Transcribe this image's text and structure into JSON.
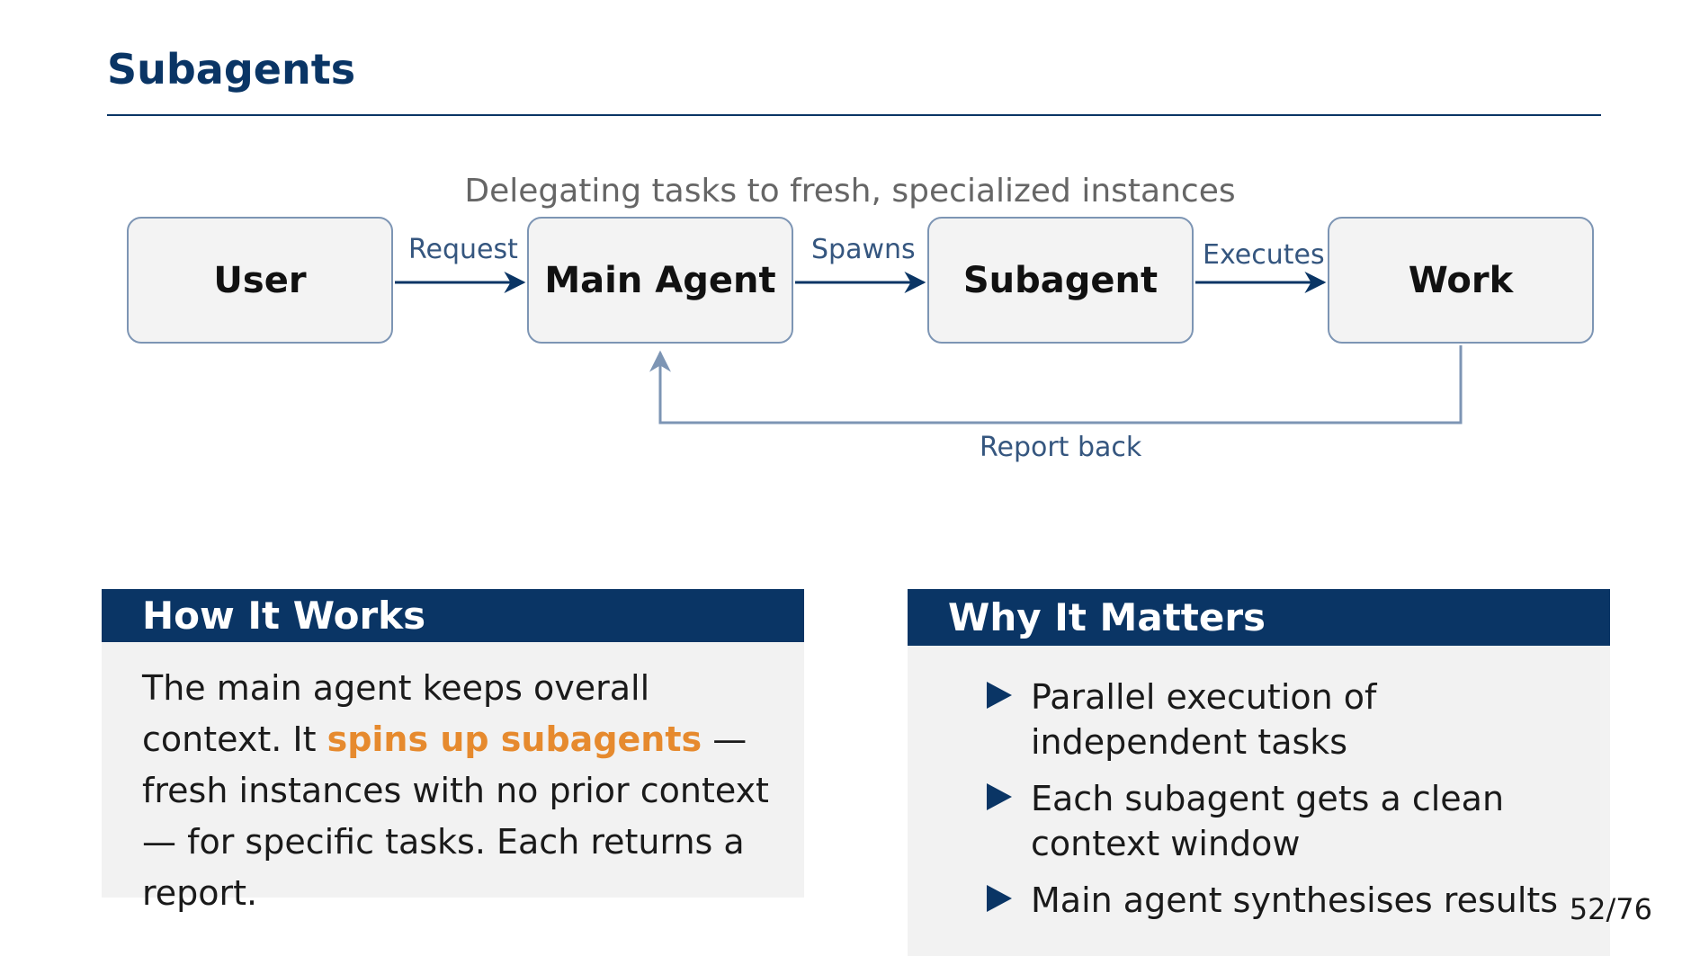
{
  "title": "Subagents",
  "diagram": {
    "caption": "Delegating tasks to fresh, specialized instances",
    "nodes": [
      "User",
      "Main Agent",
      "Subagent",
      "Work"
    ],
    "edges": [
      {
        "from": "User",
        "to": "Main Agent",
        "label": "Request"
      },
      {
        "from": "Main Agent",
        "to": "Subagent",
        "label": "Spawns"
      },
      {
        "from": "Subagent",
        "to": "Work",
        "label": "Executes"
      },
      {
        "from": "Work",
        "to": "Main Agent",
        "label": "Report back"
      }
    ],
    "colors": {
      "primary": "#0a3565",
      "feedback": "#7d95b4",
      "label": "#35567f"
    }
  },
  "how_it_works": {
    "header": "How It Works",
    "text_1": "The main agent keeps overall context. It ",
    "highlight": "spins up subagents",
    "text_2": " — fresh instances with no prior context — for specific tasks. Each returns a report."
  },
  "why_it_matters": {
    "header": "Why It Matters",
    "bullets": [
      "Parallel execution of independent tasks",
      "Each subagent gets a clean context window",
      "Main agent synthesises results"
    ]
  },
  "page_number": "52/76",
  "colors": {
    "accent": "#e68a2e",
    "header_bg": "#0a3565",
    "block_bg": "#f2f2f2"
  }
}
